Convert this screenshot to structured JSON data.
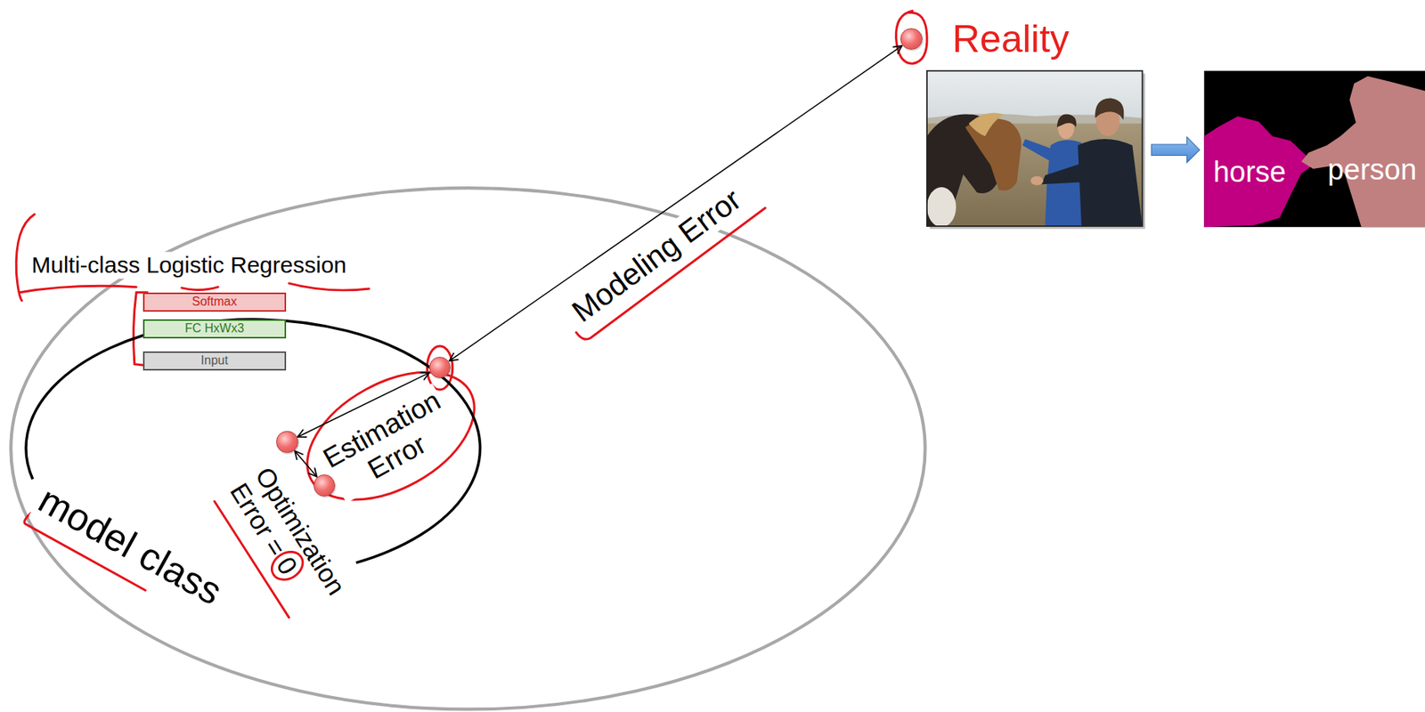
{
  "diagram": {
    "nodes": [
      {
        "text": [
          "Reality"
        ]
      },
      {
        "text": [
          "Softmax"
        ]
      },
      {
        "text": [
          "FC HxWx3"
        ]
      },
      {
        "text": [
          "Input"
        ]
      },
      {
        "text": [
          "model class"
        ]
      },
      {
        "text": [],
        "in": 4
      },
      {
        "text": [],
        "in": 4
      },
      {
        "text": [],
        "in": 4
      }
    ],
    "edges": [
      {
        "from": 5,
        "to": 0,
        "arrow": "both",
        "label": "Modeling Error"
      },
      {
        "from": 5,
        "to": 6,
        "arrow": "both",
        "label": "Estimation Error"
      },
      {
        "from": 6,
        "to": 7,
        "arrow": "both",
        "label": "Optimization Error = 0"
      }
    ],
    "labels": [
      "Multi-class Logistic Regression",
      "horse",
      "person"
    ]
  }
}
